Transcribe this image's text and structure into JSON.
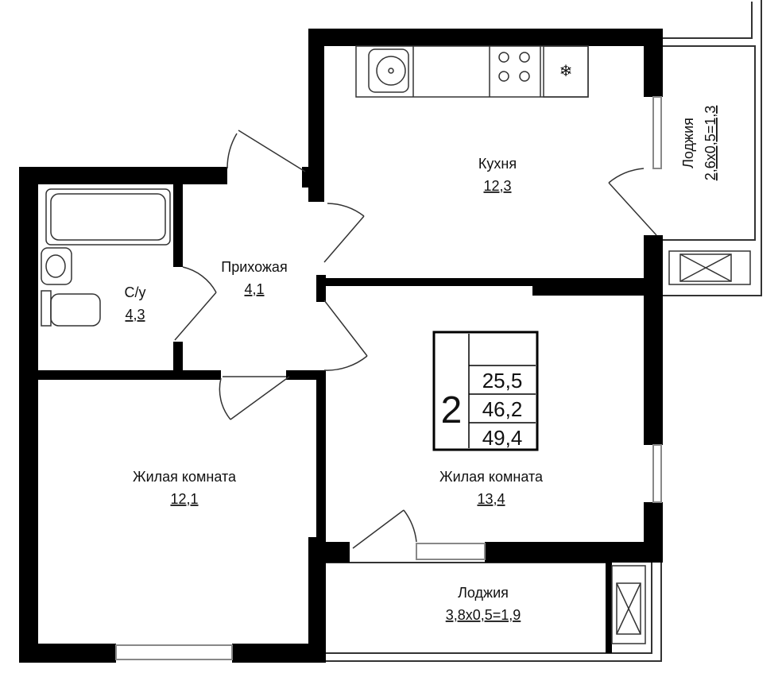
{
  "rooms": {
    "kitchen": {
      "name": "Кухня",
      "area": "12,3"
    },
    "loggia_right": {
      "name": "Лоджия",
      "area": "2,6х0,5=1,3"
    },
    "hallway": {
      "name": "Прихожая",
      "area": "4,1"
    },
    "bathroom": {
      "name": "С/у",
      "area": "4,3"
    },
    "living_left": {
      "name": "Жилая комната",
      "area": "12,1"
    },
    "living_right": {
      "name": "Жилая комната",
      "area": "13,4"
    },
    "loggia_bottom": {
      "name": "Лоджия",
      "area": "3,8х0,5=1,9"
    }
  },
  "summary": {
    "rooms_count": "2",
    "living_area": "25,5",
    "total_area": "46,2",
    "total_with_loggia": "49,4"
  },
  "colors": {
    "wall": "#000000",
    "thin_line": "#333333",
    "window": "#bbbbbb"
  }
}
